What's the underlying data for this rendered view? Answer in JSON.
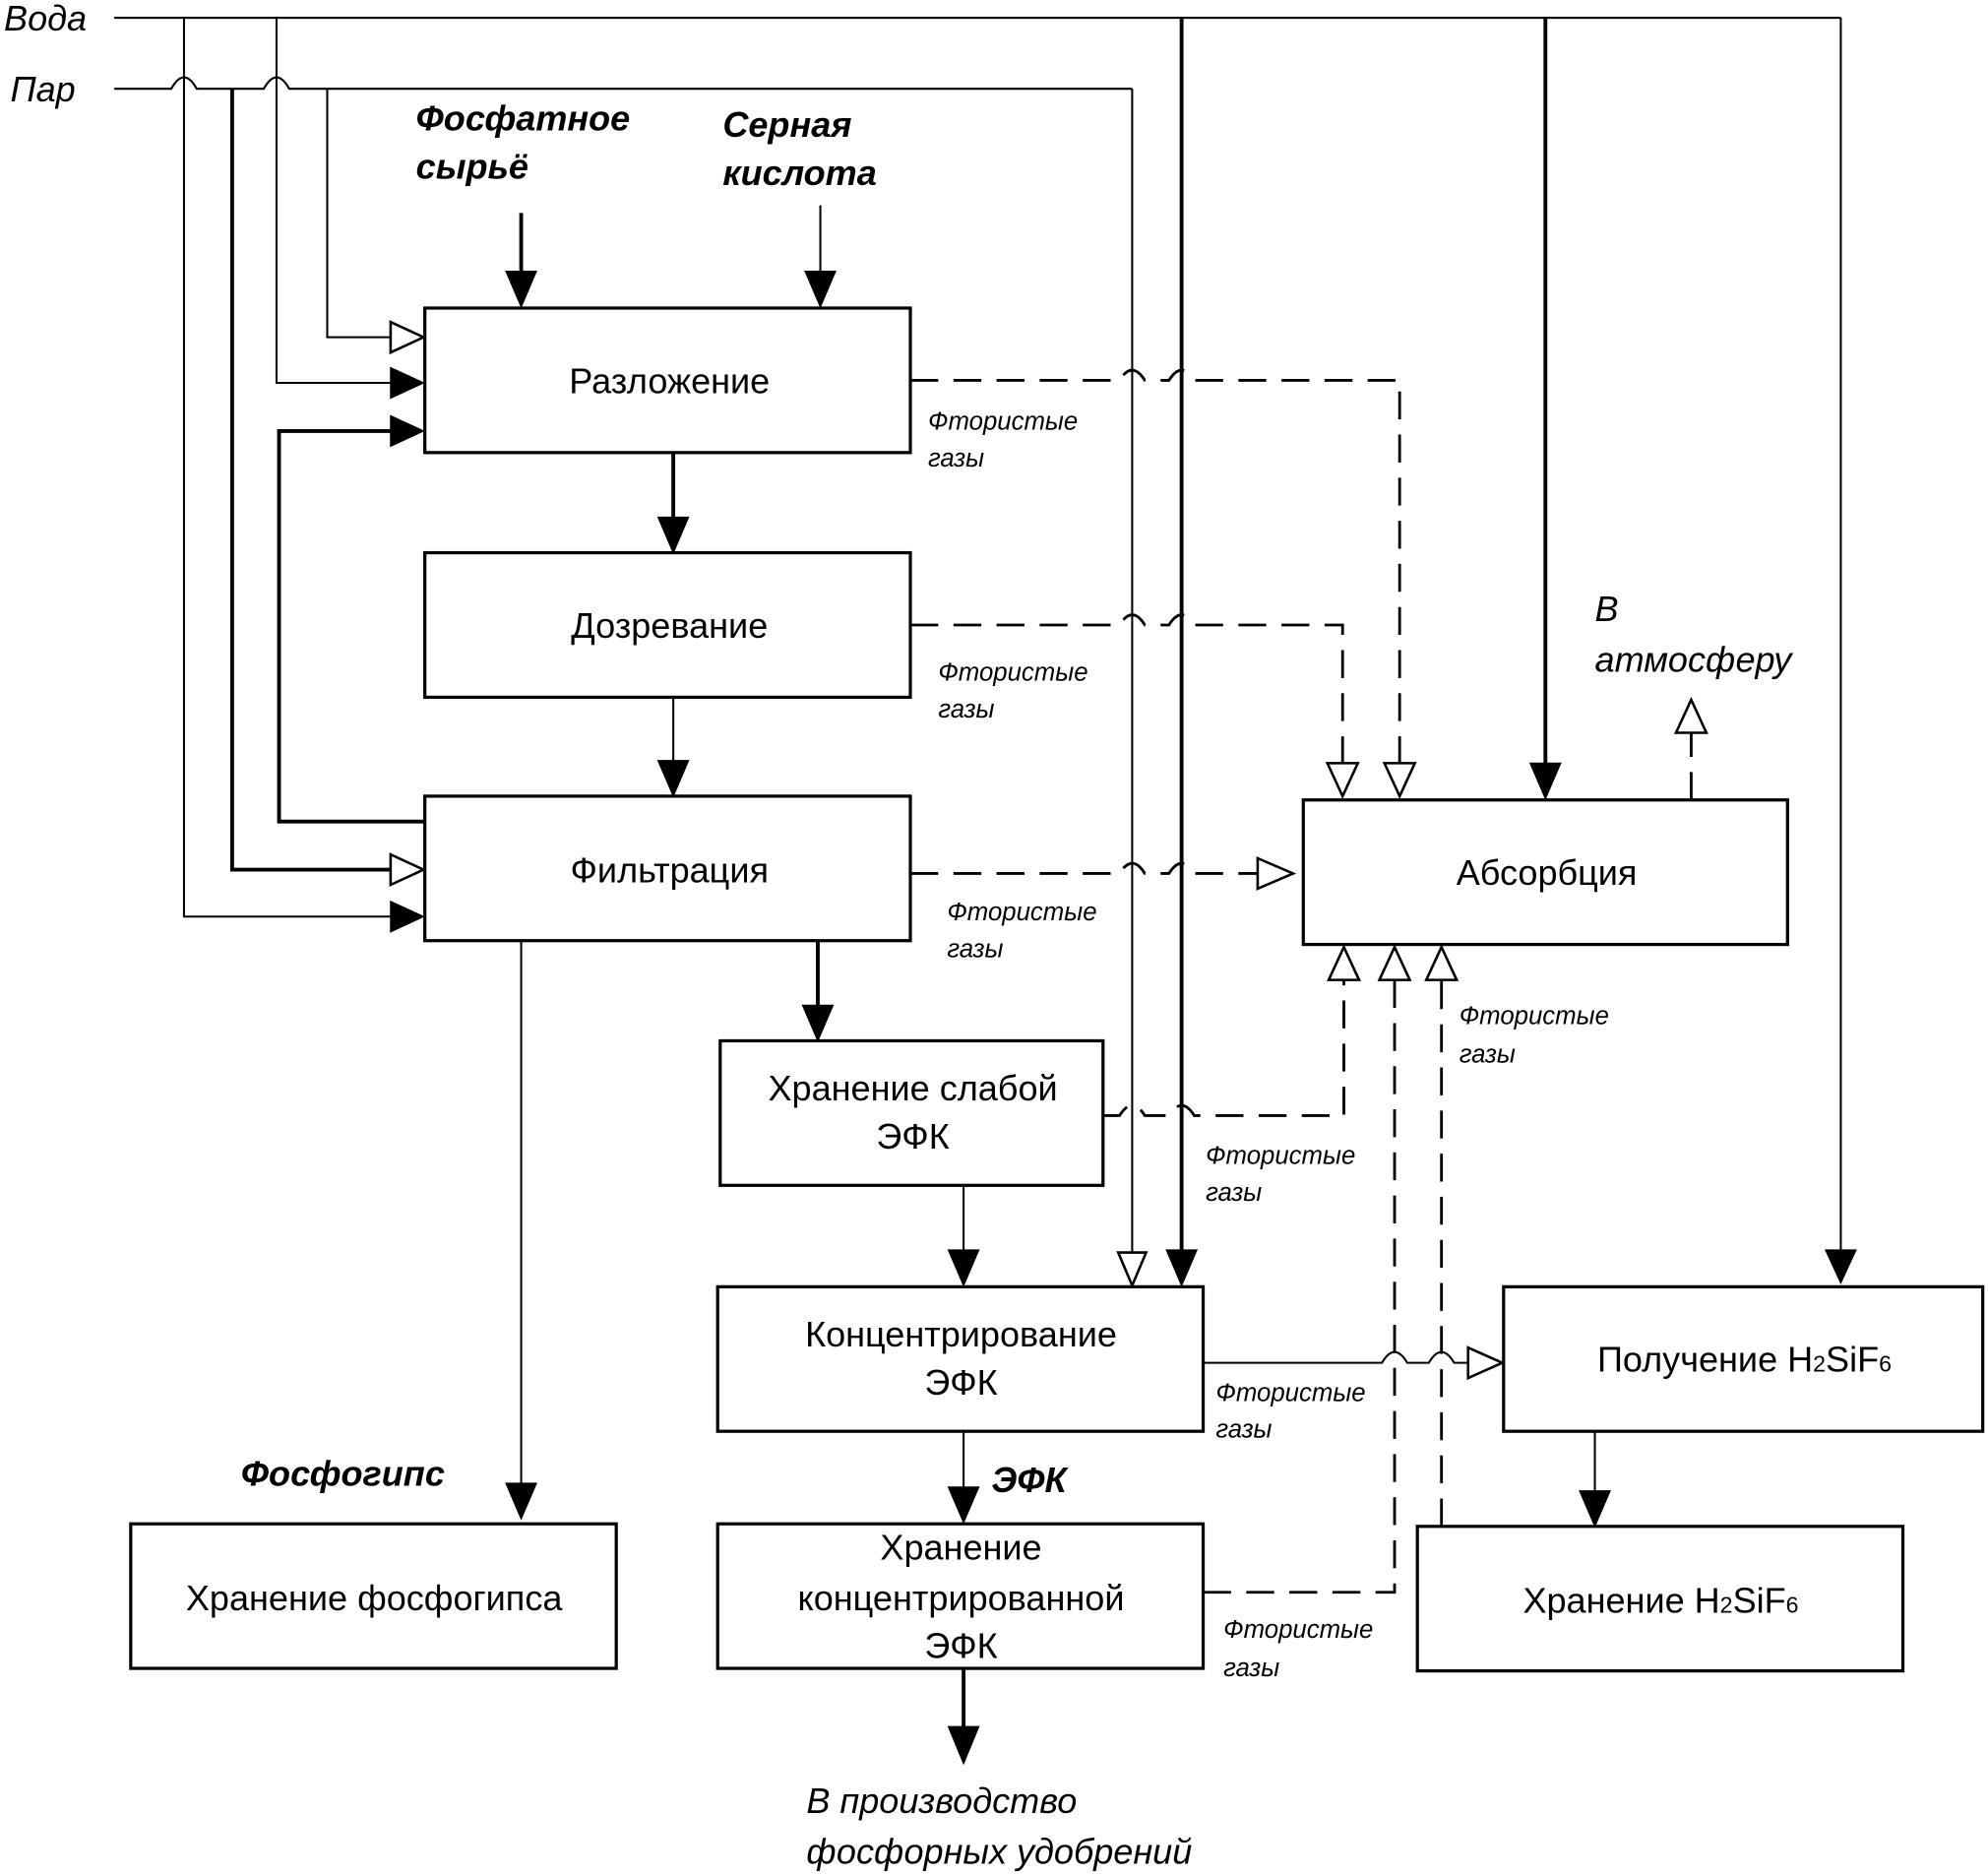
{
  "diagram": {
    "utilities": {
      "water": "Вода",
      "steam": "Пар"
    },
    "inputs": {
      "phosphate_raw": [
        "Фосфатное",
        "сырьё"
      ],
      "sulfuric_acid": [
        "Серная",
        "кислота"
      ]
    },
    "processes": {
      "decomposition": [
        "Разложение"
      ],
      "maturation": [
        "Дозревание"
      ],
      "filtration": [
        "Фильтрация"
      ],
      "weak_epa_storage": [
        "Хранение слабой",
        "ЭФК"
      ],
      "epa_concentration": [
        "Концентрирование",
        "ЭФК"
      ],
      "concentrated_epa_storage": [
        "Хранение",
        "концентрированной",
        "ЭФК"
      ],
      "phosphogypsum_storage": [
        "Хранение фосфогипса"
      ],
      "absorption": [
        "Абсорбция"
      ],
      "h2sif6_production": {
        "text": "Получение H",
        "sub1": "2",
        "mid": "SiF",
        "sub2": "6"
      },
      "h2sif6_storage": {
        "text": "Хранение H",
        "sub1": "2",
        "mid": "SiF",
        "sub2": "6"
      }
    },
    "flow_labels": {
      "fluorine_gases": [
        "Фтористые",
        "газы"
      ],
      "phosphogypsum": "Фосфогипс",
      "epa": "ЭФК",
      "to_atmosphere": [
        "В",
        "атмосферу"
      ],
      "to_fertilizers": [
        "В производство",
        "фосфорных удобрений"
      ]
    }
  }
}
